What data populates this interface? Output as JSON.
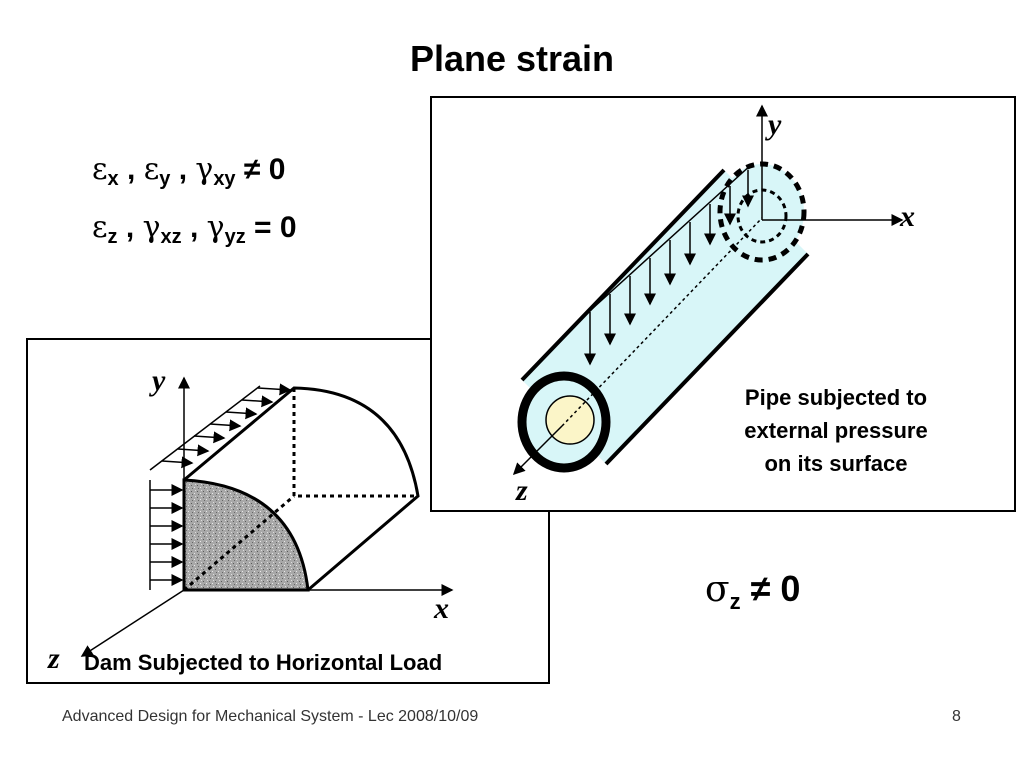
{
  "slide": {
    "title": "Plane strain",
    "equations": {
      "line1": {
        "e1": "ε",
        "s1": "x",
        "sep1": " , ",
        "e2": "ε",
        "s2": "y",
        "sep2": " , ",
        "e3": "γ",
        "s3": "xy",
        "rel": " ≠ 0"
      },
      "line2": {
        "e1": "ε",
        "s1": "z",
        "sep1": " , ",
        "e2": "γ",
        "s2": "xz",
        "sep2": " , ",
        "e3": "γ",
        "s3": "yz",
        "rel": " = 0"
      }
    },
    "sigma": {
      "sym": "σ",
      "sub": "z",
      "rel": " ≠ 0"
    },
    "pipe": {
      "caption_lines": [
        "Pipe subjected to",
        "external pressure",
        "on its surface"
      ],
      "axis_y": "y",
      "axis_x": "x",
      "axis_z": "z",
      "fill_color": "#d8f6f8",
      "core_color": "#fbf5c8"
    },
    "dam": {
      "caption": "Dam Subjected to Horizontal Load",
      "axis_y": "y",
      "axis_x": "x",
      "axis_z": "z",
      "section_color": "#9a9a9a"
    },
    "footer": {
      "left": "Advanced Design for Mechanical System - Lec 2008/10/09",
      "page": "8"
    }
  }
}
